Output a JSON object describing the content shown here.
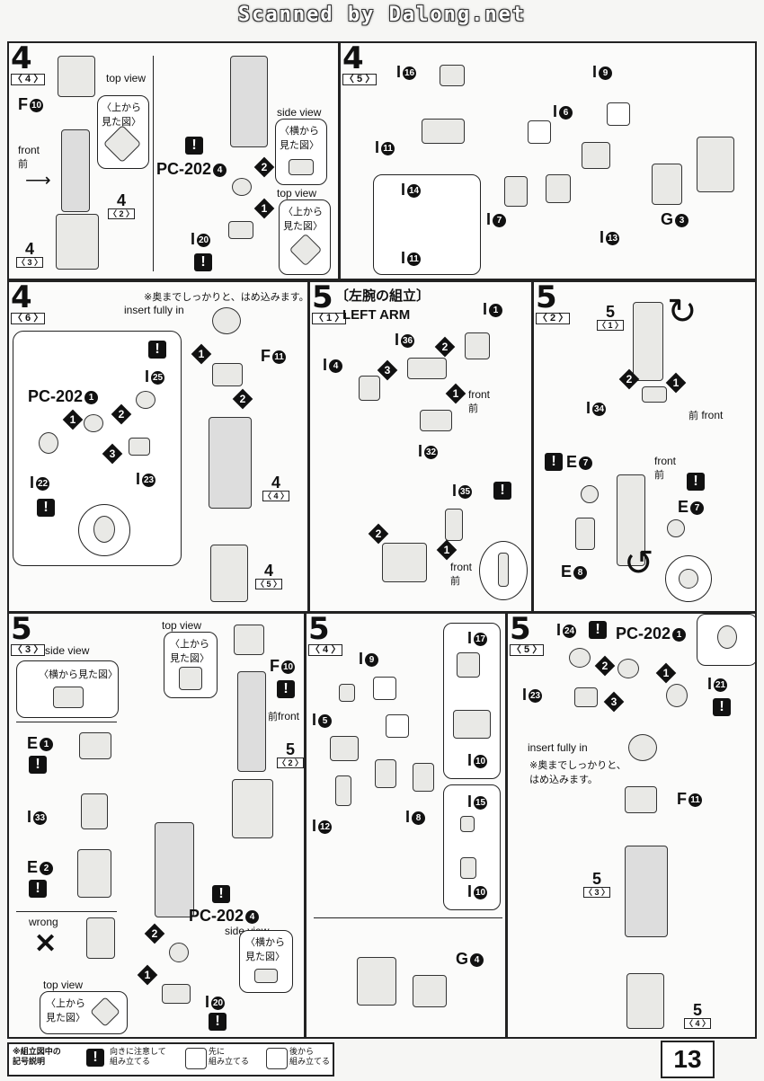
{
  "header": {
    "watermark": "Scanned by Dalong.net"
  },
  "panels": {
    "p4_4": {
      "step": "4",
      "sub": "〈 4 〉",
      "top_view": "top view",
      "top_view_jp": "〈上から\n見た図〉",
      "side_view": "side view",
      "side_view_jp": "〈横から\n見た図〉",
      "top_view2": "top view",
      "top_view2_jp": "〈上から\n見た図〉",
      "f_part": "F",
      "f_num": "10",
      "front": "front",
      "front_jp": "前",
      "pc": "PC-202",
      "pc_num": "4",
      "i_part": "I",
      "i_num": "20",
      "ref_a": "4",
      "ref_a_sub": "〈 2 〉",
      "ref_b": "4",
      "ref_b_sub": "〈 3 〉",
      "step1": "1",
      "step2": "2"
    },
    "p4_5": {
      "step": "4",
      "sub": "〈 5 〉",
      "i16": "16",
      "i11a": "11",
      "i9": "9",
      "i6": "6",
      "i7": "7",
      "i14": "14",
      "i11b": "11",
      "i13": "13",
      "g_part": "G",
      "g_num": "3",
      "i_part": "I"
    },
    "p4_6": {
      "step": "4",
      "sub": "〈 6 〉",
      "note_jp": "※奥までしっかりと、はめ込みます。",
      "insert": "insert fully in",
      "pc": "PC-202",
      "pc_num": "1",
      "i25": "25",
      "i22": "22",
      "i23": "23",
      "f_part": "F",
      "f_num": "11",
      "ref_a": "4",
      "ref_a_sub": "〈 4 〉",
      "ref_b": "4",
      "ref_b_sub": "〈 5 〉",
      "i_part": "I",
      "s1": "1",
      "s2": "2",
      "s3": "3"
    },
    "p5_1": {
      "step": "5",
      "sub": "〈 1 〉",
      "title_jp": "〔左腕の組立〕",
      "title_en": "LEFT ARM",
      "i1": "1",
      "i36": "36",
      "i4": "4",
      "i32": "32",
      "i35": "35",
      "front": "front",
      "front_jp": "前",
      "front2": "front",
      "front2_jp": "前",
      "i_part": "I",
      "s1": "1",
      "s2": "2",
      "s3": "3"
    },
    "p5_2": {
      "step": "5",
      "sub": "〈 2 〉",
      "i34": "34",
      "front_a": "front",
      "front_a_jp": "前",
      "front_b": "front",
      "front_b_jp": "前",
      "e_part": "E",
      "e7a": "7",
      "e7b": "7",
      "e8": "8",
      "ref": "5",
      "ref_sub": "〈 1 〉",
      "i_part": "I",
      "s1": "1",
      "s2": "2"
    },
    "p5_3": {
      "step": "5",
      "sub": "〈 3 〉",
      "side_view": "side view",
      "side_view_jp": "〈横から見た図〉",
      "top_view": "top view",
      "top_view_jp": "〈上から\n見た図〉",
      "e1": "1",
      "i33": "33",
      "e2": "2",
      "wrong": "wrong",
      "f_part": "F",
      "f_num": "10",
      "front": "front",
      "front_jp": "前",
      "ref": "5",
      "ref_sub": "〈 2 〉",
      "pc": "PC-202",
      "pc_num": "4",
      "side_view2": "side view",
      "side_view2_jp": "〈横から\n見た図〉",
      "top_view2": "top view",
      "top_view2_jp": "〈上から\n見た図〉",
      "i20": "20",
      "e_part": "E",
      "i_part": "I",
      "s1": "1",
      "s2": "2"
    },
    "p5_4": {
      "step": "5",
      "sub": "〈 4 〉",
      "i9": "9",
      "i5": "5",
      "i12": "12",
      "i8": "8",
      "i17": "17",
      "i10a": "10",
      "i15": "15",
      "i10b": "10",
      "g_part": "G",
      "g_num": "4",
      "i_part": "I"
    },
    "p5_5": {
      "step": "5",
      "sub": "〈 5 〉",
      "i24": "24",
      "pc": "PC-202",
      "pc_num": "1",
      "i23": "23",
      "i21": "21",
      "insert": "insert fully in",
      "note_jp": "※奥までしっかりと、\nはめ込みます。",
      "f_part": "F",
      "f_num": "11",
      "ref_a": "5",
      "ref_a_sub": "〈 3 〉",
      "ref_b": "5",
      "ref_b_sub": "〈 4 〉",
      "i_part": "I",
      "s1": "1",
      "s2": "2",
      "s3": "3"
    }
  },
  "footer": {
    "legend_title": "※組立図中の\n記号説明",
    "item1": "向きに注意して\n組み立てる",
    "item2": "先に\n組み立てる",
    "item3": "後から\n組み立てる"
  },
  "page_number": "13",
  "symbols": {
    "caution": "!",
    "wrong_mark": "✕"
  }
}
